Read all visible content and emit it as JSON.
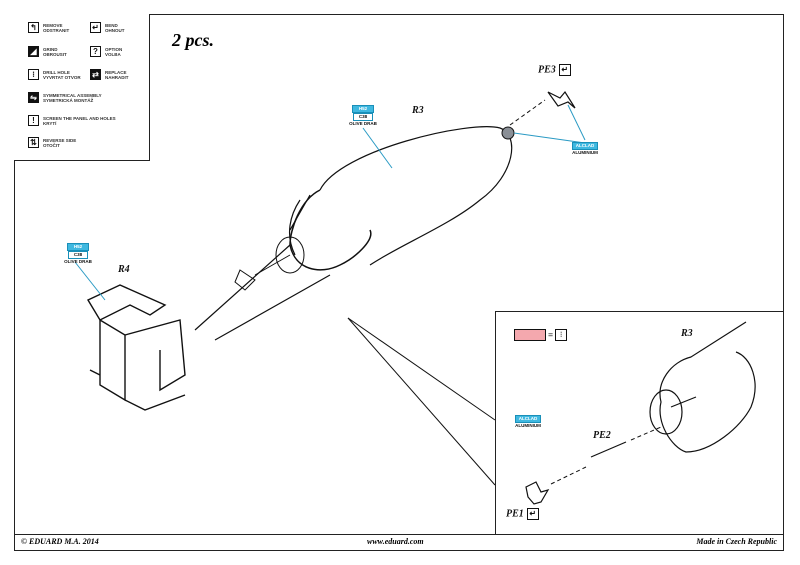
{
  "header": {
    "quantity": "2 pcs."
  },
  "legend": [
    {
      "icon": "remove-icon",
      "glyph": "↰",
      "en": "REMOVE",
      "cz": "ODSTRANIT"
    },
    {
      "icon": "bend-icon",
      "glyph": "↵",
      "en": "BEND",
      "cz": "OHNOUT"
    },
    {
      "icon": "grind-icon",
      "glyph": "◢",
      "en": "GRIND",
      "cz": "OBROUSIT"
    },
    {
      "icon": "option-icon",
      "glyph": "?",
      "en": "OPTION",
      "cz": "VOLBA"
    },
    {
      "icon": "drill-hole-icon",
      "glyph": "⁝",
      "en": "DRILL HOLE",
      "cz": "VYVRTAT OTVOR"
    },
    {
      "icon": "replace-icon",
      "glyph": "⇄",
      "en": "REPLACE",
      "cz": "NAHRADIT"
    },
    {
      "icon": "symmetrical-assembly-icon",
      "glyph": "⇋",
      "en": "SYMMETRICAL ASSEMBLY",
      "cz": "SYMETRICKÁ MONTÁŽ"
    },
    {
      "icon": "screen-panel-icon",
      "glyph": "!",
      "en": "SCREEN THE PANEL AND HOLES",
      "cz": "KRYTÍ"
    },
    {
      "icon": "reverse-side-icon",
      "glyph": "⇅",
      "en": "REVERSE SIDE",
      "cz": "OTOČIT"
    }
  ],
  "parts": {
    "r3_main": "R3",
    "r4": "R4",
    "pe3": "PE3",
    "pe2": "PE2",
    "pe1": "PE1",
    "r3_inset": "R3",
    "bend_glyph": "↵"
  },
  "paints": {
    "olive_drab_main": {
      "code1": "H52",
      "code2": "C38",
      "name": "OLIVE DRAB"
    },
    "olive_drab_r4": {
      "code1": "H52",
      "code2": "C38",
      "name": "OLIVE DRAB"
    },
    "aluminium_top": {
      "code1": "ALCLAD",
      "name": "ALUMINIUM"
    },
    "aluminium_inset": {
      "code1": "ALCLAD",
      "name": "ALUMINIUM"
    }
  },
  "inset": {
    "equals": "=",
    "swatch_color": "#f4a8ae",
    "hole_glyph": "⁝"
  },
  "footer": {
    "copyright": "© EDUARD M.A. 2014",
    "website": "www.eduard.com",
    "origin": "Made in Czech Republic"
  }
}
